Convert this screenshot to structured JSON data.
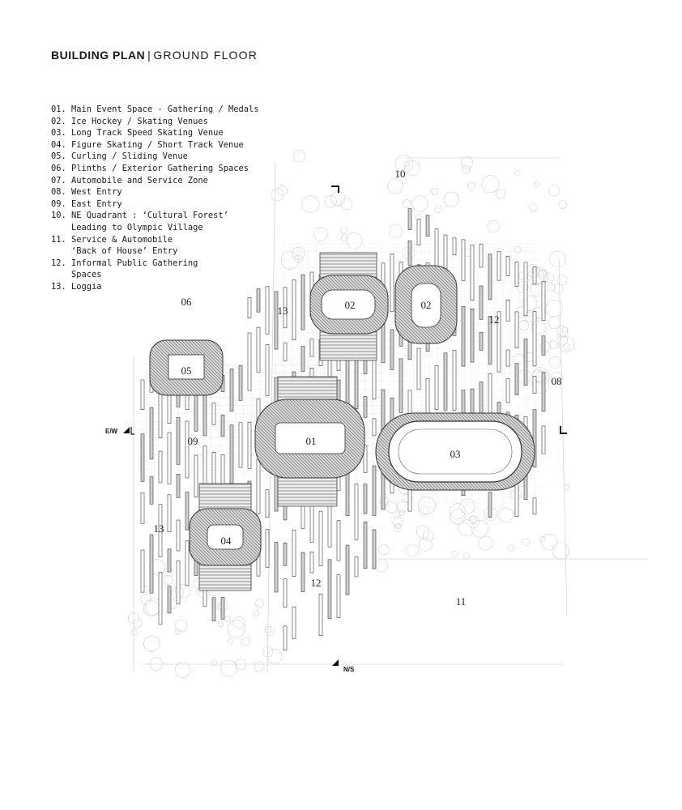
{
  "header": {
    "title_bold": "BUILDING PLAN",
    "separator": "|",
    "title_light": "GROUND FLOOR"
  },
  "legend": [
    "01. Main Event Space - Gathering / Medals",
    "02. Ice Hockey / Skating Venues",
    "03. Long Track Speed Skating Venue",
    "04. Figure Skating / Short Track Venue",
    "05. Curling / Sliding Venue",
    "06. Plinths / Exterior Gathering Spaces",
    "07. Automobile and Service Zone",
    "08. West Entry",
    "09. East Entry",
    "10. NE Quadrant : ‘Cultural Forest’",
    "    Leading to Olympic Village",
    "11. Service & Automobile",
    "    ‘Back of House’ Entry",
    "12. Informal Public Gathering",
    "    Spaces",
    "13. Loggia"
  ],
  "plan": {
    "venue_labels": {
      "v01": "01",
      "v02a": "02",
      "v02b": "02",
      "v03": "03",
      "v04": "04",
      "v05": "05"
    },
    "zone_labels": {
      "z06": "06",
      "z08": "08",
      "z09": "09",
      "z10": "10",
      "z11": "11",
      "z12a": "12",
      "z12b": "12",
      "z13a": "13",
      "z13b": "13"
    },
    "section_markers": {
      "ew": "E/W",
      "ns": "N/S"
    }
  }
}
